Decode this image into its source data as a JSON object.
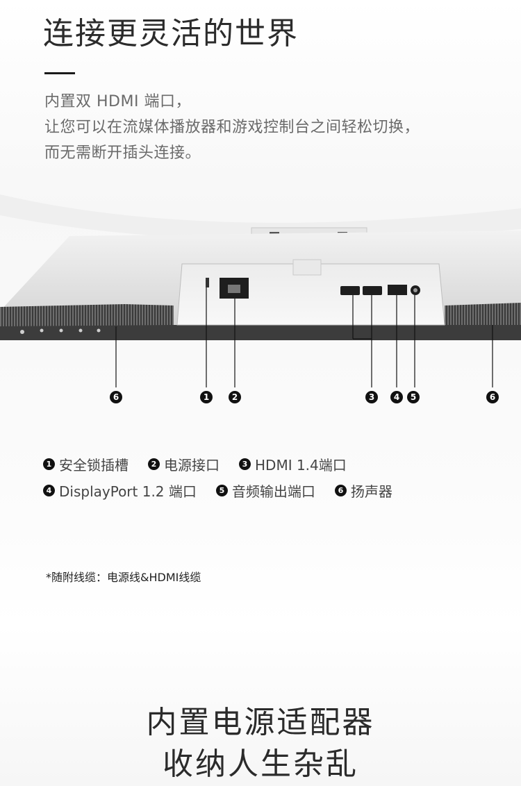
{
  "headline": "连接更灵活的世界",
  "intro": [
    "内置双 HDMI 端口，",
    "让您可以在流媒体播放器和游戏控制台之间轻松切换，",
    "而无需断开插头连接。"
  ],
  "callouts": [
    "6",
    "1",
    "2",
    "3",
    "4",
    "5",
    "6"
  ],
  "legend": {
    "row1": [
      {
        "num": "1",
        "label": "安全锁插槽"
      },
      {
        "num": "2",
        "label": "电源接口"
      },
      {
        "num": "3",
        "label": "HDMI 1.4端口"
      }
    ],
    "row2": [
      {
        "num": "4",
        "label": "DisplayPort 1.2 端口"
      },
      {
        "num": "5",
        "label": "音频输出端口"
      },
      {
        "num": "6",
        "label": "扬声器"
      }
    ]
  },
  "footnote": "*随附线缆：电源线&HDMI线缆",
  "bottom_title": [
    "内置电源适配器",
    "收纳人生杂乱"
  ],
  "colors": {
    "accent": "#1a1a1a",
    "text": "#6a6a6a",
    "monitor": "#d9d9d9",
    "port_dark": "#1e1e1e"
  }
}
